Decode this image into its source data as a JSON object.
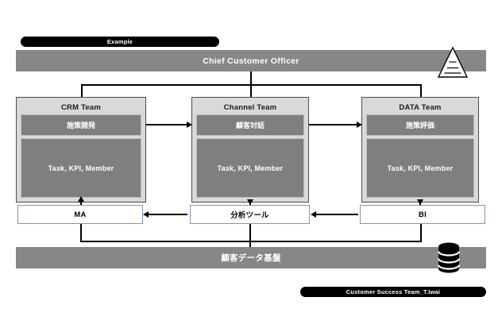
{
  "diagram": {
    "badge_label": "Example",
    "footer_label": "Customer Success Team_T.Iwai",
    "executive": {
      "label": "Chief Customer Officer"
    },
    "data_platform": {
      "label": "顧客データ基盤"
    },
    "teams": [
      {
        "key": "crm",
        "title": "CRM Team",
        "function": "施策開発",
        "detail": "Task, KPI, Member"
      },
      {
        "key": "channel",
        "title": "Channel Team",
        "function": "顧客対話",
        "detail": "Task, KPI, Member"
      },
      {
        "key": "data",
        "title": "DATA Team",
        "function": "施策評価",
        "detail": "Task, KPI, Member"
      }
    ],
    "tools": [
      {
        "key": "ma",
        "label": "MA"
      },
      {
        "key": "analytics",
        "label": "分析ツール"
      },
      {
        "key": "bi",
        "label": "BI"
      }
    ],
    "icons": {
      "pyramid": "pyramid-icon",
      "database": "database-icon"
    },
    "colors": {
      "bar_grey": "#878787",
      "team_header_grey": "#d9d9d9",
      "team_inner_grey": "#7f7f7f",
      "tool_border_blue": "#8496b0",
      "badge_black": "#000000",
      "line_black": "#000000"
    }
  }
}
